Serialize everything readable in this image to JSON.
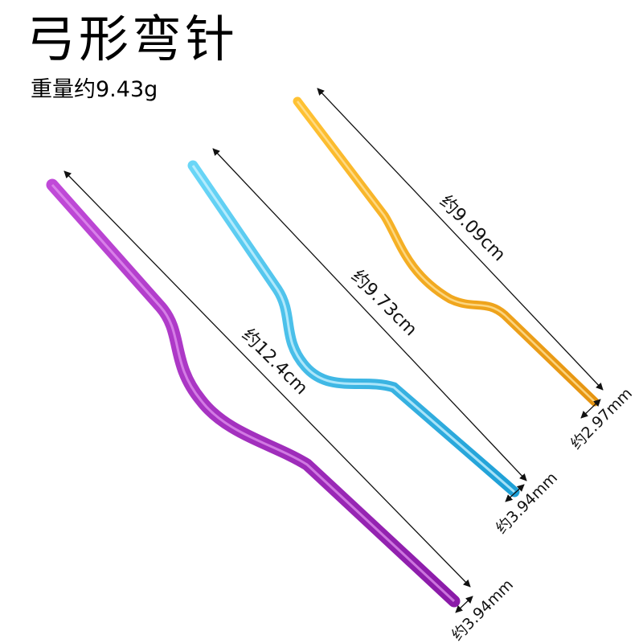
{
  "title": "弓形弯针",
  "weight": "重量约9.43g",
  "needles": [
    {
      "color": "#a31fc0",
      "length": "约12.4cm",
      "diameter": "约3.94mm"
    },
    {
      "color": "#2fb6e6",
      "length": "约9.73cm",
      "diameter": "约3.94mm"
    },
    {
      "color": "#f2a416",
      "length": "约9.09cm",
      "diameter": "约2.97mm"
    }
  ]
}
